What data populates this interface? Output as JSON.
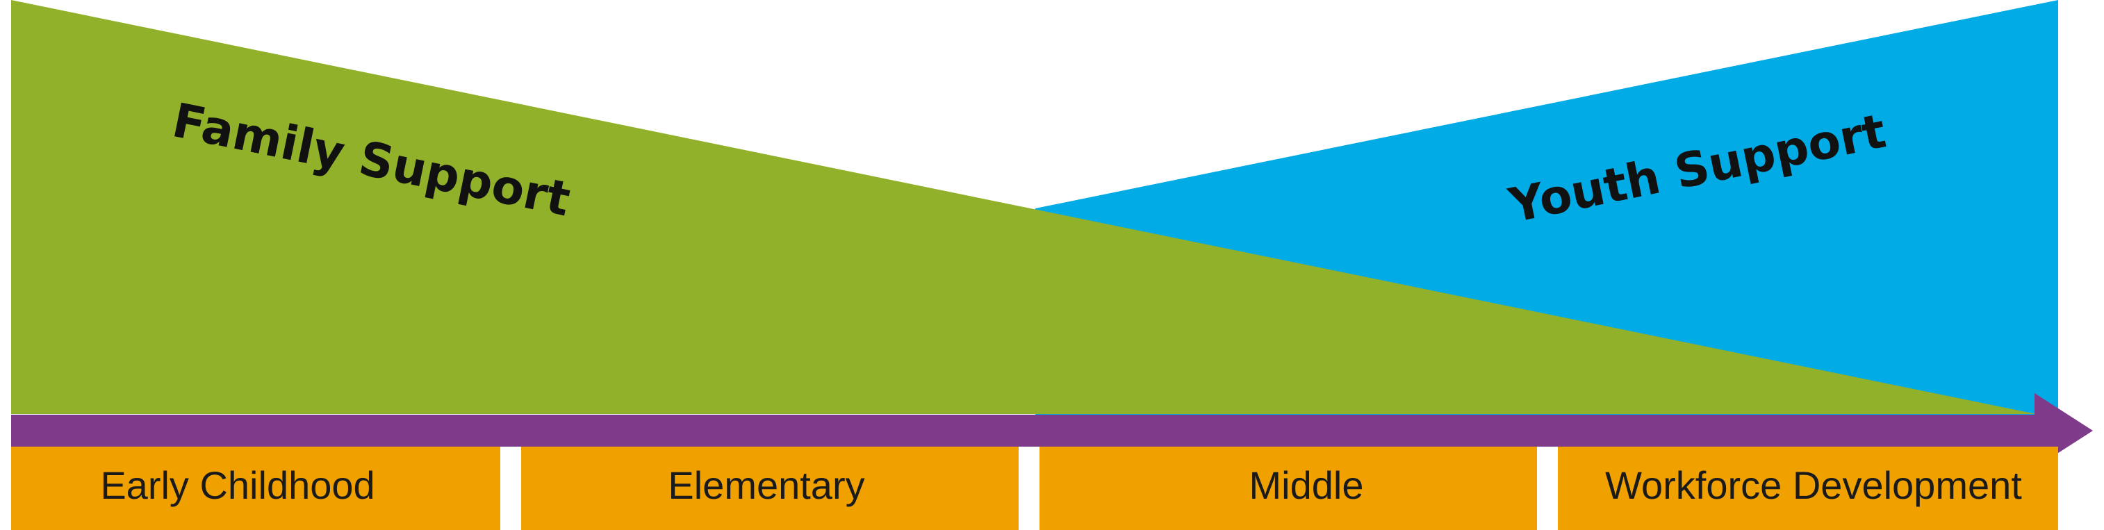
{
  "regions": {
    "family_support": {
      "label": "Family Support",
      "color": "#91b12a"
    },
    "youth_support": {
      "label": "Youth Support",
      "color": "#00abe6"
    }
  },
  "timeline": {
    "arrow_color": "#7d3b8a",
    "stage_color": "#f0a100",
    "stages": [
      "Early Childhood",
      "Elementary",
      "Middle",
      "Workforce Development"
    ]
  }
}
